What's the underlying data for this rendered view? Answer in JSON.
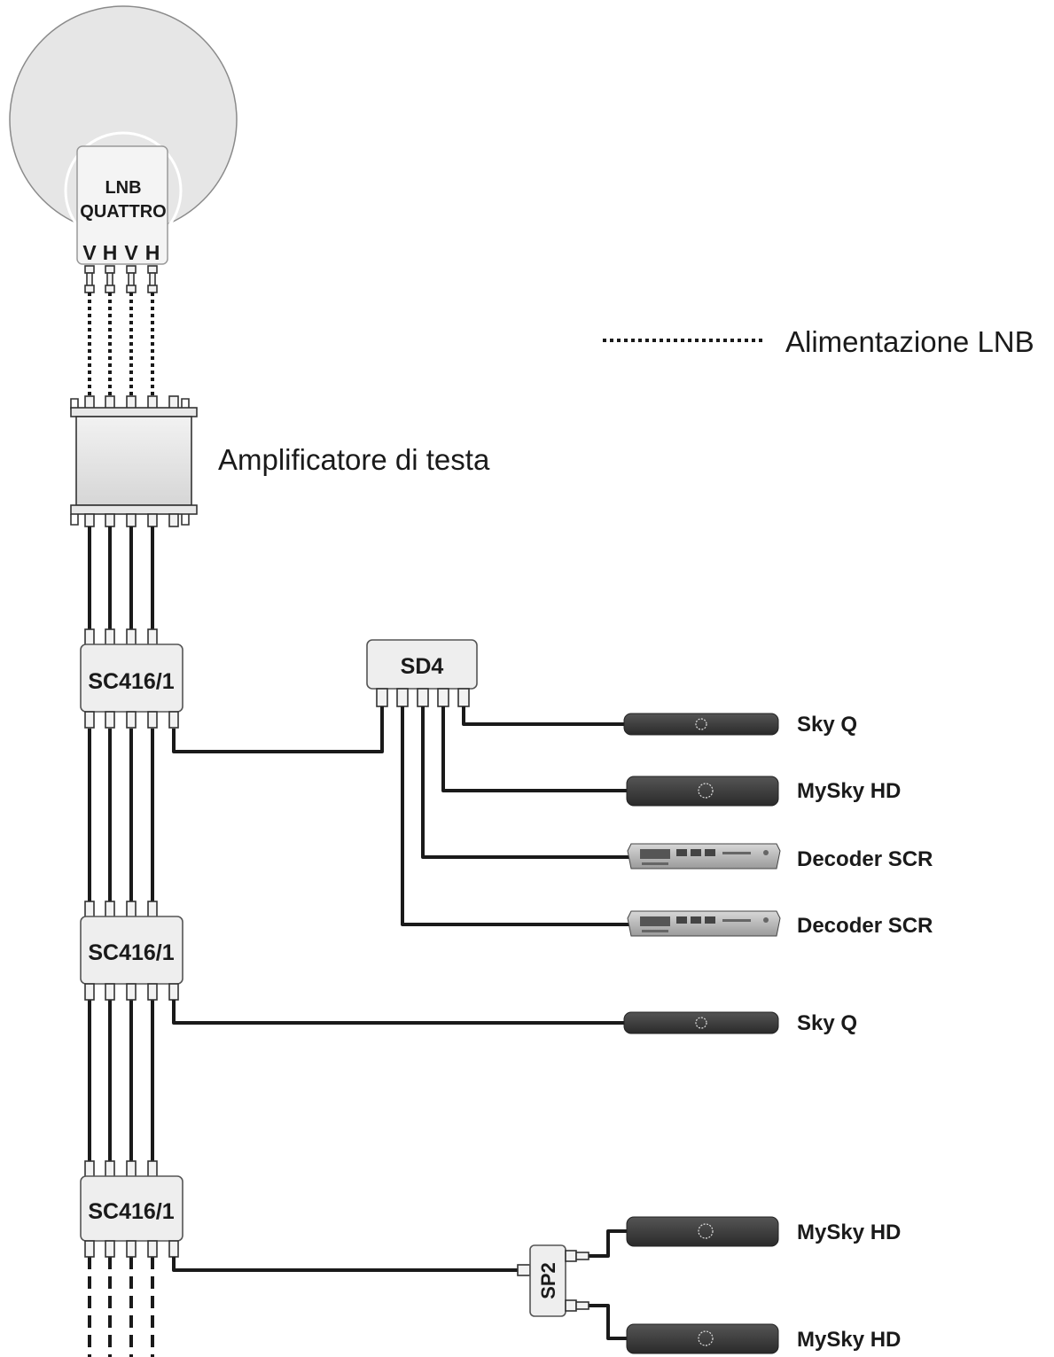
{
  "lnb": {
    "line1": "LNB",
    "line2": "QUATTRO",
    "ports": [
      "V",
      "H",
      "V",
      "H"
    ]
  },
  "legend": {
    "label": "Alimentazione LNB"
  },
  "amplifier": {
    "label": "Amplificatore di testa"
  },
  "multiswitches": [
    {
      "label": "SC416/1"
    },
    {
      "label": "SC416/1"
    },
    {
      "label": "SC416/1"
    }
  ],
  "splitter": {
    "label": "SD4"
  },
  "sp2": {
    "label": "SP2"
  },
  "devices": [
    {
      "label": "Sky Q",
      "kind": "skyq"
    },
    {
      "label": "MySky HD",
      "kind": "mysky"
    },
    {
      "label": "Decoder SCR",
      "kind": "decoder"
    },
    {
      "label": "Decoder SCR",
      "kind": "decoder"
    },
    {
      "label": "Sky Q",
      "kind": "skyq"
    },
    {
      "label": "MySky HD",
      "kind": "mysky"
    },
    {
      "label": "MySky HD",
      "kind": "mysky"
    }
  ],
  "colors": {
    "line": "#1a1a1a",
    "dish": "#e6e6e6",
    "box": "#eeeeee",
    "device": "#3a3a3a"
  }
}
